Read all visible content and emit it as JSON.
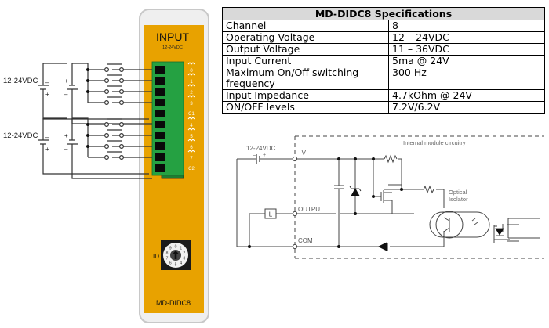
{
  "spec_table": {
    "title": "MD-DIDC8 Specifications",
    "rows": [
      {
        "label": "Channel",
        "value": "8"
      },
      {
        "label": "Operating Voltage",
        "value": "12 – 24VDC"
      },
      {
        "label": "Output Voltage",
        "value": "11 – 36VDC"
      },
      {
        "label": "Input Current",
        "value": "5ma @ 24V"
      },
      {
        "label": "Maximum On/Off switching frequency",
        "value": "300 Hz"
      },
      {
        "label": "Input Impedance",
        "value": "4.7kOhm @ 24V"
      },
      {
        "label": "ON/OFF levels",
        "value": "7.2V/6.2V"
      }
    ]
  },
  "module": {
    "header": "INPUT",
    "subheader": "12-24VDC",
    "terminal_labels": [
      "0",
      "1",
      "2",
      "3",
      "C1",
      "4",
      "5",
      "6",
      "7",
      "C2"
    ],
    "id_label": "ID",
    "rotary_digits": [
      "0",
      "1",
      "2",
      "3",
      "4",
      "5",
      "6",
      "7",
      "8",
      "9"
    ],
    "model": "MD-DIDC8",
    "colors": {
      "body": "#e8a200",
      "terminal": "#1f9a3a",
      "case": "#f0f0f0"
    }
  },
  "wiring": {
    "supply_labels": [
      "12-24VDC",
      "12-24VDC"
    ],
    "plus": "+",
    "minus": "–"
  },
  "circuit": {
    "supply_label": "12-24VDC",
    "terminals": [
      "+V",
      "OUTPUT",
      "COM"
    ],
    "load_label": "L",
    "internal_label": "Internal module circuitry",
    "isolator_label_1": "Optical",
    "isolator_label_2": "Isolator"
  }
}
